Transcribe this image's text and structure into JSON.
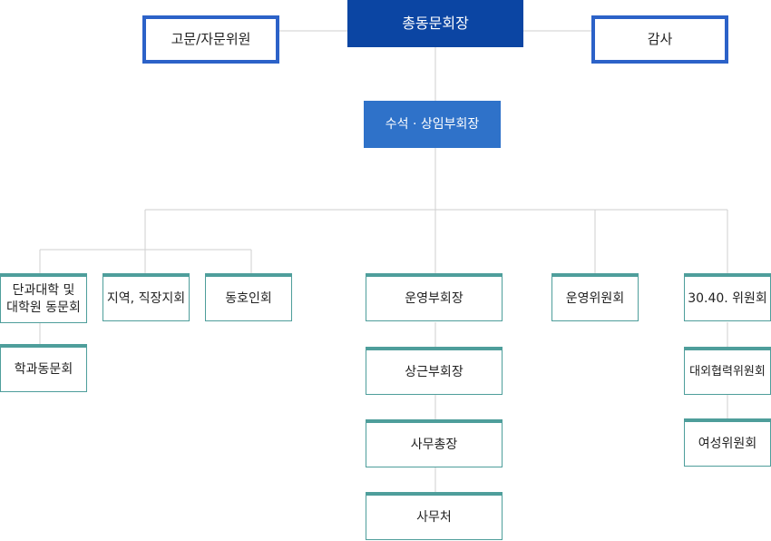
{
  "org_chart": {
    "top": "총동문회장",
    "advisor": "고문/자문위원",
    "auditor": "감사",
    "vice_chair": "수석 · 상임부회장",
    "colleges": "단과대학 및\n대학원 동문회",
    "department": "학과동문회",
    "regional": "지역, 직장지회",
    "clubs": "동호인회",
    "op_vice": "운영부회장",
    "standing_vice": "상근부회장",
    "secretary_general": "사무총장",
    "secretariat": "사무처",
    "op_committee": "운영위원회",
    "gen_committee": "30.40. 위원회",
    "external_committee": "대외협력위원회",
    "women_committee": "여성위원회"
  },
  "colors": {
    "top": "#0b45a3",
    "vice_chair": "#2f72c9",
    "outline": "#2c62c8",
    "node_accent": "#4e9e9b",
    "connector": "#cfcfcf"
  }
}
